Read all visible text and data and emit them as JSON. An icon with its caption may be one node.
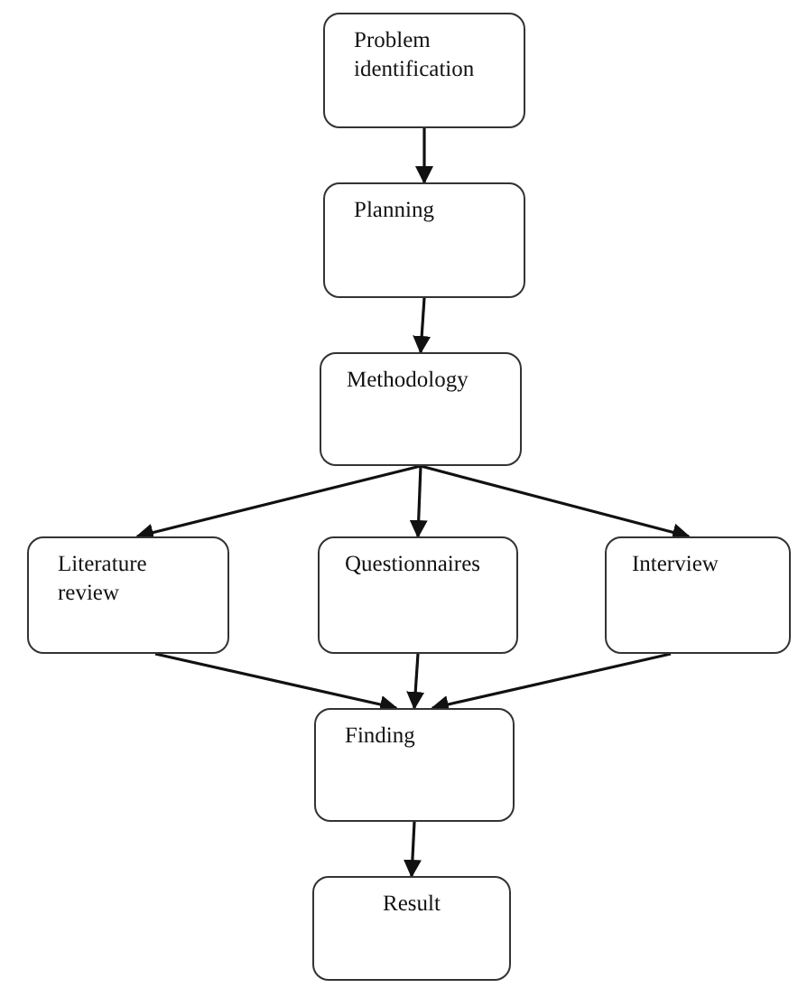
{
  "diagram": {
    "nodes": [
      {
        "text": [
          "Problem identification"
        ]
      },
      {
        "text": [
          "Planning"
        ]
      },
      {
        "text": [
          "Methodology"
        ]
      },
      {
        "text": [
          "Literature review"
        ]
      },
      {
        "text": [
          "Questionnaires"
        ]
      },
      {
        "text": [
          "Interview"
        ]
      },
      {
        "text": [
          "Finding"
        ]
      },
      {
        "text": [
          "Result"
        ]
      }
    ],
    "edges": [
      {
        "from": 0,
        "to": 1,
        "arrow": "to"
      },
      {
        "from": 1,
        "to": 2,
        "arrow": "to"
      },
      {
        "from": 2,
        "to": 3,
        "arrow": "to"
      },
      {
        "from": 2,
        "to": 4,
        "arrow": "to"
      },
      {
        "from": 2,
        "to": 5,
        "arrow": "to"
      },
      {
        "from": 3,
        "to": 6,
        "arrow": "to"
      },
      {
        "from": 4,
        "to": 6,
        "arrow": "to"
      },
      {
        "from": 5,
        "to": 6,
        "arrow": "to"
      },
      {
        "from": 6,
        "to": 7,
        "arrow": "to"
      }
    ]
  }
}
